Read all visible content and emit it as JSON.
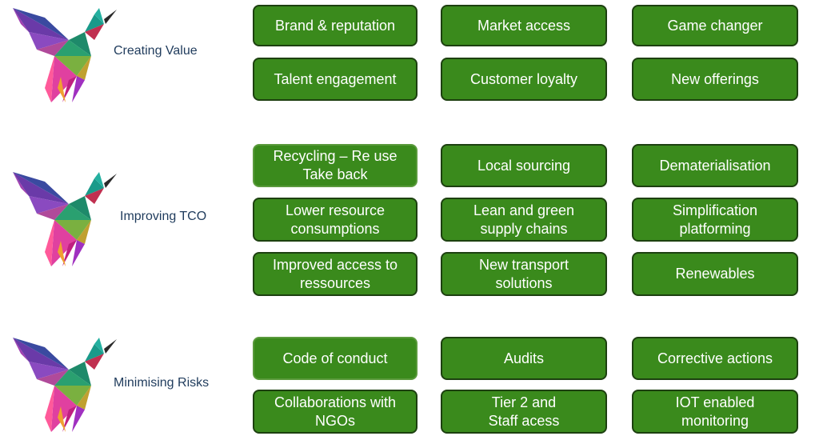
{
  "sections": [
    {
      "label": "Creating Value",
      "rows": [
        [
          "Brand & reputation",
          "Market access",
          "Game changer"
        ],
        [
          "Talent engagement",
          "Customer loyalty",
          "New offerings"
        ]
      ]
    },
    {
      "label": "Improving TCO",
      "rows": [
        [
          "Recycling – Re use\nTake back",
          "Local sourcing",
          "Dematerialisation"
        ],
        [
          "Lower resource\nconsumptions",
          "Lean and green\nsupply chains",
          "Simplification\nplatforming"
        ],
        [
          "Improved access to\nressources",
          "New transport\nsolutions",
          "Renewables"
        ]
      ]
    },
    {
      "label": "Minimising Risks",
      "rows": [
        [
          "Code of conduct",
          "Audits",
          "Corrective actions"
        ],
        [
          "Collaborations with\nNGOs",
          "Tier 2 and\nStaff acess",
          "IOT enabled\nmonitoring"
        ]
      ]
    }
  ],
  "colors": {
    "box_fill": "#3a8a1c",
    "box_border": "#1d4010",
    "label_text": "#1f3b5c"
  },
  "icons": [
    "hummingbird-icon"
  ]
}
